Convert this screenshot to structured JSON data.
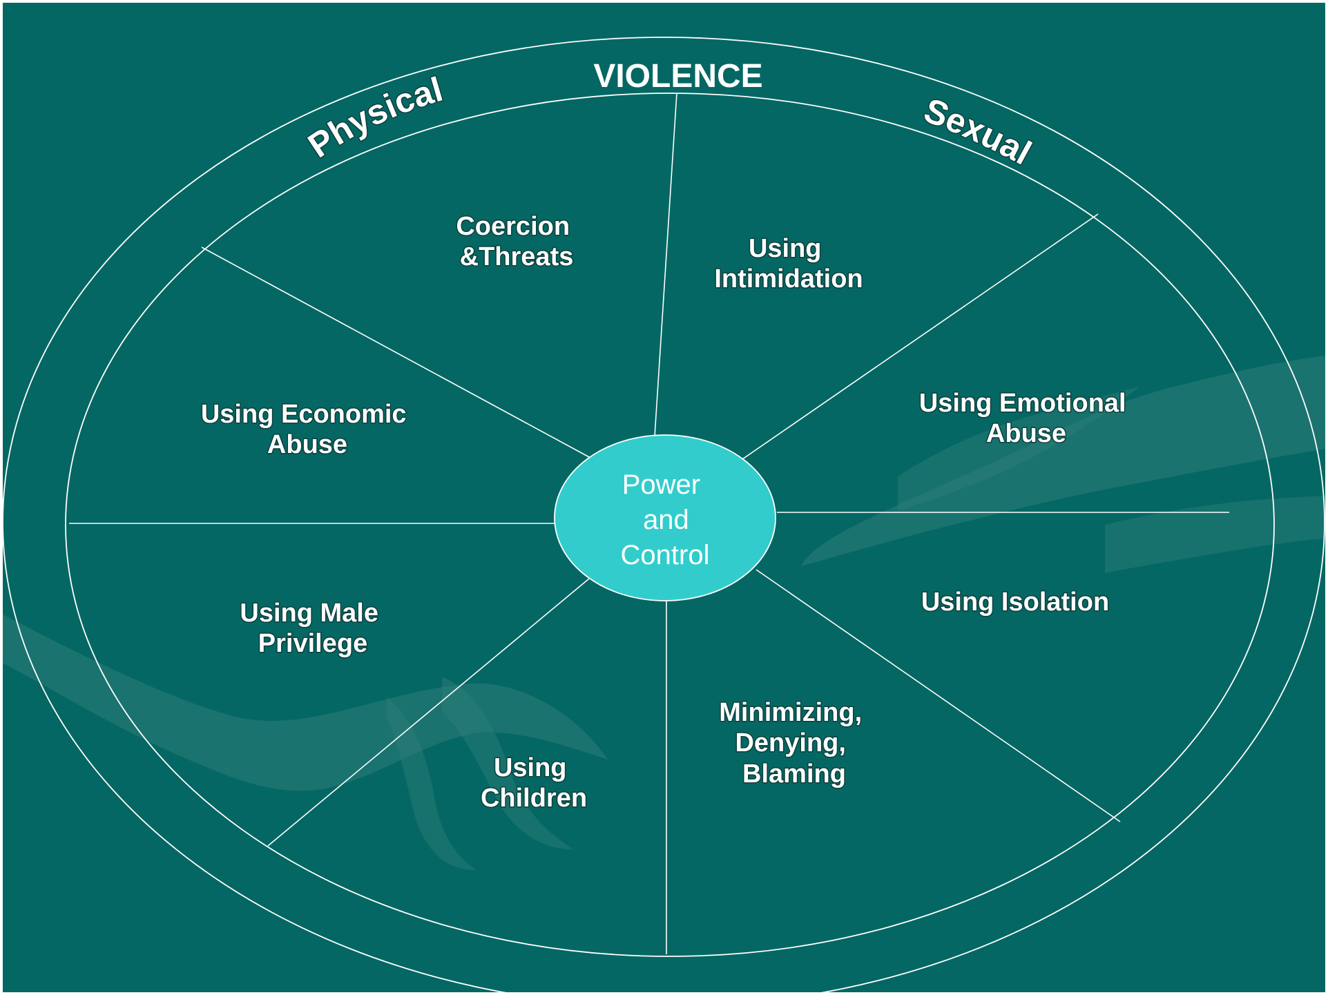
{
  "diagram": {
    "outer_ring": {
      "title": "VIOLENCE",
      "left_label": "Physical",
      "right_label": "Sexual"
    },
    "hub": {
      "lines": [
        "Power",
        "and",
        "Control"
      ]
    },
    "segments": [
      {
        "id": "coercion",
        "lines": [
          "Coercion",
          "&Threats"
        ]
      },
      {
        "id": "intimidation",
        "lines": [
          "Using",
          "Intimidation"
        ]
      },
      {
        "id": "emotional",
        "lines": [
          "Using Emotional",
          "Abuse"
        ]
      },
      {
        "id": "isolation",
        "lines": [
          "Using Isolation"
        ]
      },
      {
        "id": "minimizing",
        "lines": [
          "Minimizing,",
          "Denying,",
          "Blaming"
        ]
      },
      {
        "id": "children",
        "lines": [
          "Using",
          "Children"
        ]
      },
      {
        "id": "male-privilege",
        "lines": [
          "Using Male",
          "Privilege"
        ]
      },
      {
        "id": "economic",
        "lines": [
          "Using Economic",
          "Abuse"
        ]
      }
    ],
    "colors": {
      "background": "#046763",
      "hub_fill": "#33cccc",
      "line": "#ffffff",
      "text": "#ffffff"
    }
  }
}
